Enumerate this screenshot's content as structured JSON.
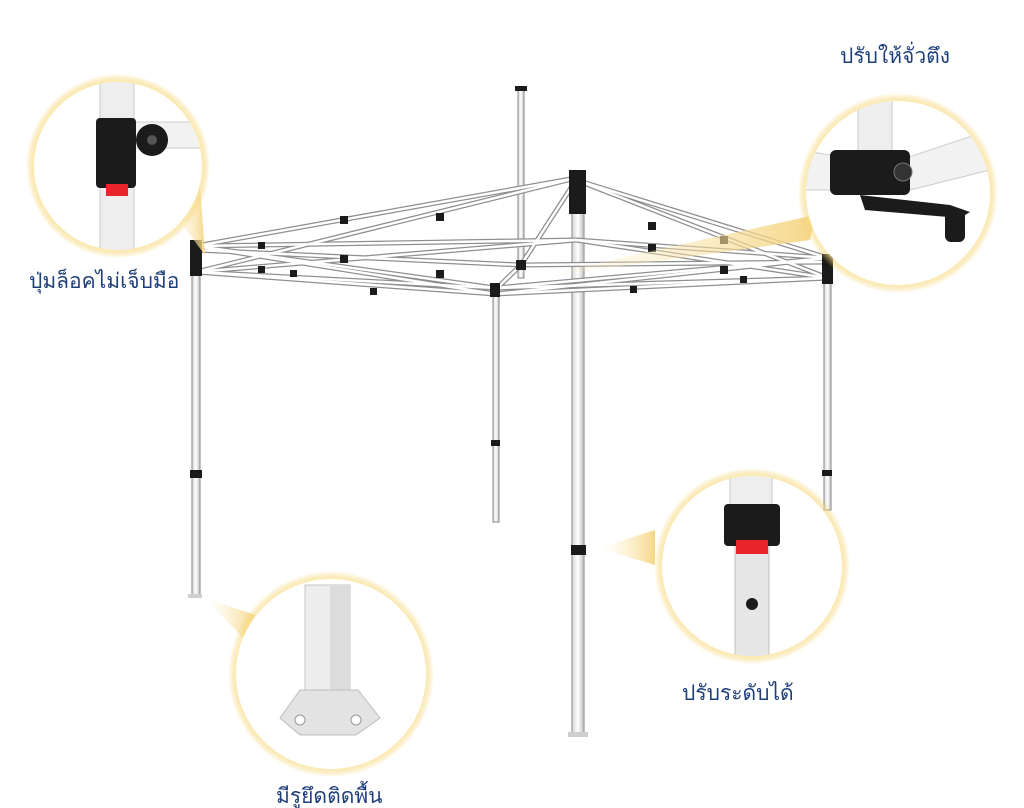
{
  "labels": {
    "lock_button": "ปุ่มล็อคไม่เจ็บมือ",
    "adjust_tension": "ปรับให้จั่วตึง",
    "adjust_height": "ปรับระดับได้",
    "ground_anchor": "มีรูยึดติดพื้น"
  },
  "colors": {
    "label_text": "#1f3f7a",
    "frame": "#f2f2f2",
    "frame_edge": "#9a9a9a",
    "joint": "#1b1b1b",
    "lock_red": "#e8252b",
    "glow": "#f2c84b"
  }
}
